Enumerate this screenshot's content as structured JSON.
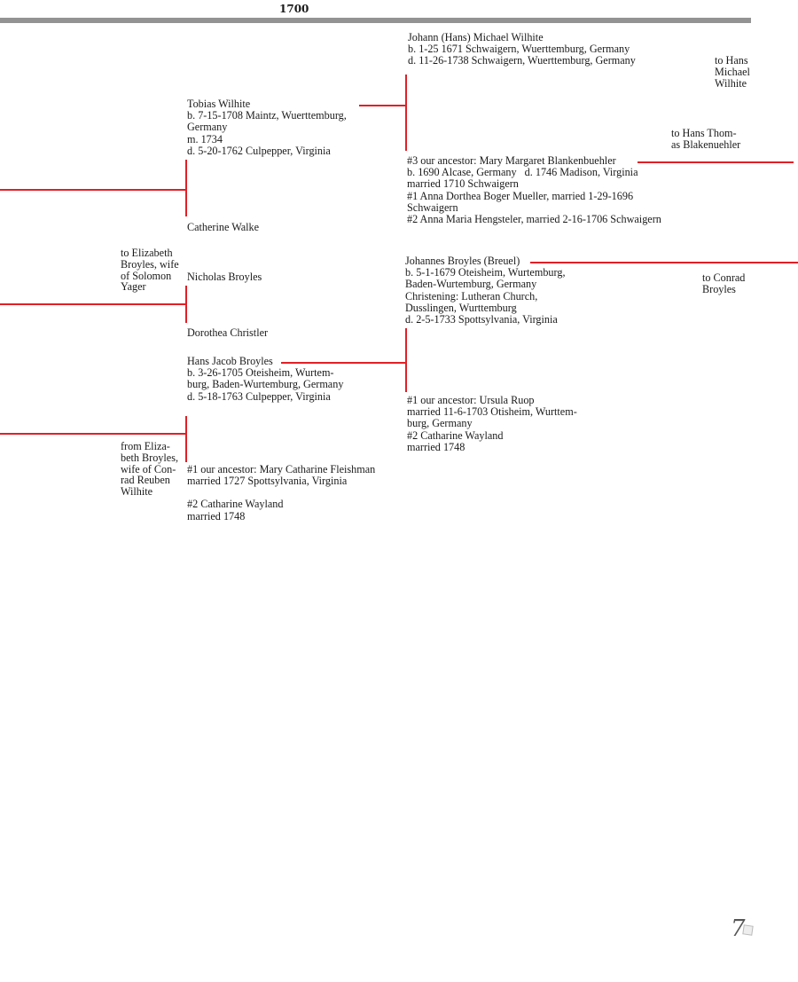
{
  "header": {
    "year": "1700"
  },
  "johann_hans_michael": {
    "name": "Johann (Hans) Michael Wilhite",
    "born": "b. 1-25 1671 Schwaigern, Wuerttemburg, Germany",
    "died": "d. 11-26-1738 Schwaigern, Wuerttemburg, Germany"
  },
  "note_to_hans_michael": [
    "to Hans",
    "Michael",
    "Wilhite"
  ],
  "tobias": {
    "name": "Tobias Wilhite",
    "born_1": "b. 7-15-1708 Maintz, Wuerttemburg,",
    "born_2": "Germany",
    "married": "m. 1734",
    "died": "d. 5-20-1762 Culpepper, Virginia"
  },
  "note_to_hans_thomas": [
    "to Hans Thom-",
    "as Blakenuehler"
  ],
  "mary_margaret": {
    "name": "#3 our ancestor: Mary Margaret Blankenbuehler",
    "born_died": "b. 1690 Alcase, Germany   d. 1746 Madison, Virginia",
    "married": "married 1710 Schwaigern",
    "wife1_a": "#1 Anna Dorthea Boger Mueller, married 1-29-1696",
    "wife1_b": "Schwaigern",
    "wife2": "#2 Anna Maria Hengsteler, married 2-16-1706 Schwaigern"
  },
  "catherine_walke": {
    "name": "Catherine Walke"
  },
  "note_to_elizabeth": [
    "to Elizabeth",
    "Broyles, wife",
    "of Solomon",
    "Yager"
  ],
  "nicholas": {
    "name": "Nicholas Broyles"
  },
  "johannes_broyles": {
    "name": "Johannes Broyles (Breuel)",
    "born_1": "b. 5-1-1679 Oteisheim, Wurtemburg,",
    "born_2": "Baden-Wurtemburg, Germany",
    "christening_1": "Christening: Lutheran Church,",
    "christening_2": "Dusslingen, Wurttemburg",
    "died": "d. 2-5-1733 Spottsylvania, Virginia"
  },
  "note_to_conrad": [
    "to Conrad",
    "Broyles"
  ],
  "dorothea": {
    "name": "Dorothea Christler"
  },
  "hans_jacob": {
    "name": "Hans Jacob Broyles",
    "born_1": "b. 3-26-1705 Oteisheim, Wurtem-",
    "born_2": "burg, Baden-Wurtemburg, Germany",
    "died": "d. 5-18-1763 Culpepper, Virginia"
  },
  "ursula": {
    "name": "#1 our ancestor: Ursula Ruop",
    "married_1": "married 11-6-1703 Otisheim, Wurttem-",
    "married_2": "burg, Germany",
    "wife2": "#2 Catharine Wayland",
    "wife2_married": "married 1748"
  },
  "note_from_elizabeth": [
    "from Eliza-",
    "beth Broyles,",
    "wife of Con-",
    "rad Reuben",
    "Wilhite"
  ],
  "mary_catharine": {
    "name": "#1 our ancestor: Mary Catharine Fleishman",
    "married": "married 1727 Spottsylvania, Virginia",
    "wife2": "#2 Catharine Wayland",
    "wife2_married": "married 1748"
  },
  "footer": {
    "page_number": "7"
  },
  "colors": {
    "connector": "#e21f26",
    "header_bar": "#939393"
  }
}
